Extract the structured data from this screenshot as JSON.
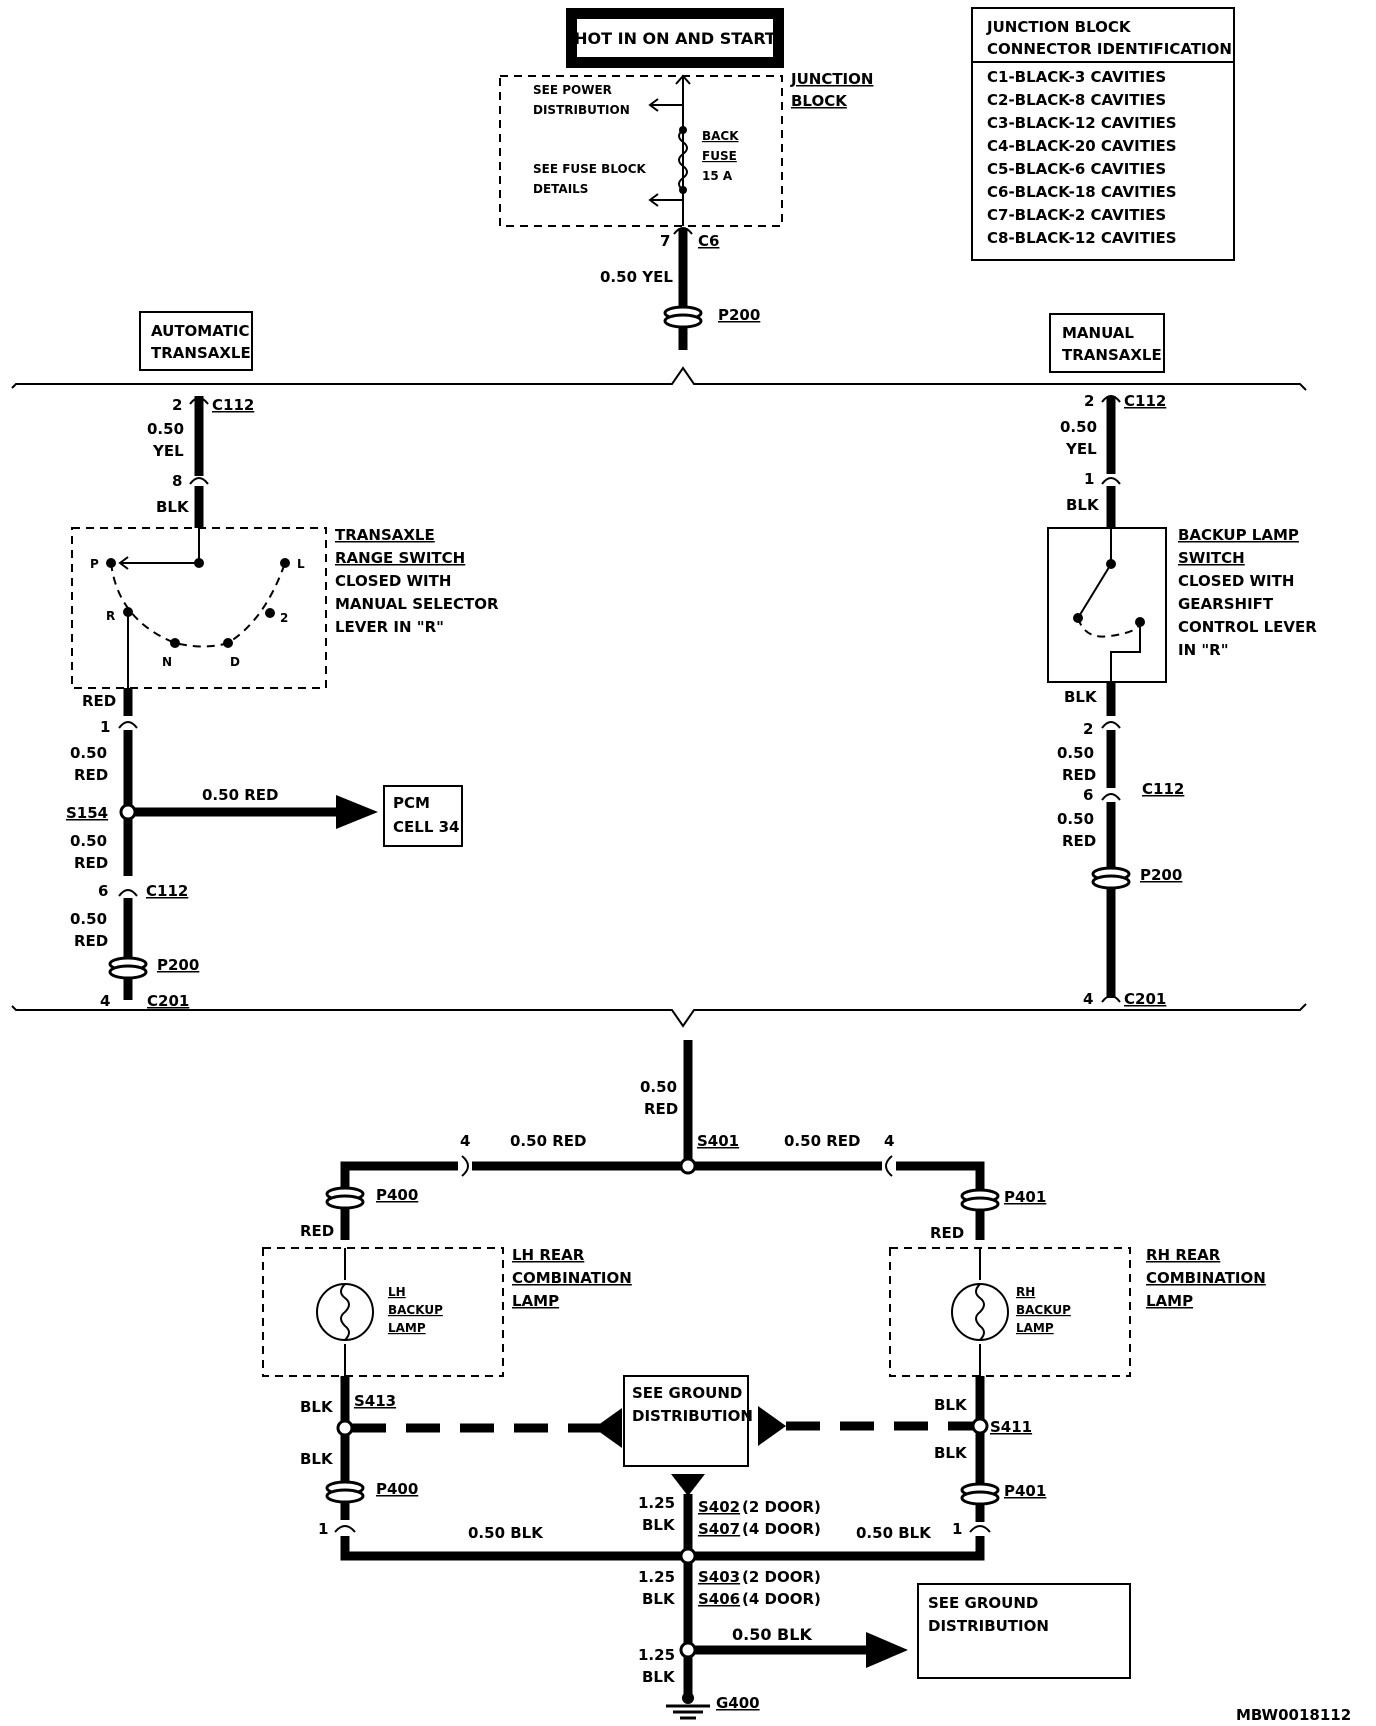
{
  "hot_label": "HOT IN ON AND START",
  "junction_block": {
    "title_1": "JUNCTION",
    "title_2": "BLOCK",
    "see_power_1": "SEE POWER",
    "see_power_2": "DISTRIBUTION",
    "see_fuse_1": "SEE FUSE BLOCK",
    "see_fuse_2": "DETAILS",
    "fuse_1": "BACK",
    "fuse_2": "FUSE",
    "fuse_3": "15 A",
    "pin": "7",
    "connector": "C6",
    "wire": "0.50 YEL",
    "passthrough": "P200"
  },
  "connector_id": {
    "title_1": "JUNCTION BLOCK",
    "title_2": "CONNECTOR IDENTIFICATION",
    "rows": [
      "C1-BLACK-3 CAVITIES",
      "C2-BLACK-8 CAVITIES",
      "C3-BLACK-12 CAVITIES",
      "C4-BLACK-20 CAVITIES",
      "C5-BLACK-6 CAVITIES",
      "C6-BLACK-18 CAVITIES",
      "C7-BLACK-2 CAVITIES",
      "C8-BLACK-12 CAVITIES"
    ]
  },
  "automatic": {
    "label_1": "AUTOMATIC",
    "label_2": "TRANSAXLE",
    "pin_top": "2",
    "c112_top": "C112",
    "wire_top_1": "0.50",
    "wire_top_2": "YEL",
    "pin_8": "8",
    "blk": "BLK",
    "switch_1": "TRANSAXLE",
    "switch_2": "RANGE SWITCH",
    "switch_3": "CLOSED WITH",
    "switch_4": "MANUAL SELECTOR",
    "switch_5": "LEVER IN \"R\"",
    "pos_p": "P",
    "pos_l": "L",
    "pos_r": "R",
    "pos_2": "2",
    "pos_n": "N",
    "pos_d": "D",
    "red": "RED",
    "pin_1": "1",
    "wire_a_1": "0.50",
    "wire_a_2": "RED",
    "splice": "S154",
    "branch_wire": "0.50 RED",
    "pcm_1": "PCM",
    "pcm_2": "CELL 34",
    "wire_b_1": "0.50",
    "wire_b_2": "RED",
    "pin_6": "6",
    "c112_mid": "C112",
    "wire_c_1": "0.50",
    "wire_c_2": "RED",
    "p200": "P200",
    "pin_4": "4",
    "c201": "C201"
  },
  "manual": {
    "label_1": "MANUAL",
    "label_2": "TRANSAXLE",
    "pin_top": "2",
    "c112_top": "C112",
    "wire_top_1": "0.50",
    "wire_top_2": "YEL",
    "pin_1": "1",
    "blk": "BLK",
    "switch_1": "BACKUP LAMP",
    "switch_2": "SWITCH",
    "switch_3": "CLOSED WITH",
    "switch_4": "GEARSHIFT",
    "switch_5": "CONTROL LEVER",
    "switch_6": "IN \"R\"",
    "blk_out": "BLK",
    "pin_2": "2",
    "wire_a_1": "0.50",
    "wire_a_2": "RED",
    "pin_6": "6",
    "c112_mid": "C112",
    "wire_b_1": "0.50",
    "wire_b_2": "RED",
    "p200": "P200",
    "pin_4": "4",
    "c201": "C201"
  },
  "rear": {
    "trunk_1": "0.50",
    "trunk_2": "RED",
    "s401": "S401",
    "left_wire": "0.50 RED",
    "right_wire": "0.50 RED",
    "pin_left": "4",
    "pin_right": "4",
    "p400": "P400",
    "p401": "P401",
    "red_l": "RED",
    "red_r": "RED",
    "lh_1": "LH REAR",
    "lh_2": "COMBINATION",
    "lh_3": "LAMP",
    "rh_1": "RH REAR",
    "rh_2": "COMBINATION",
    "rh_3": "LAMP",
    "lh_bulb_1": "LH",
    "lh_bulb_2": "BACKUP",
    "lh_bulb_3": "LAMP",
    "rh_bulb_1": "RH",
    "rh_bulb_2": "BACKUP",
    "rh_bulb_3": "LAMP",
    "blk_l1": "BLK",
    "blk_l2": "BLK",
    "blk_r1": "BLK",
    "blk_r2": "BLK",
    "s413": "S413",
    "s411": "S411",
    "see_ground_1": "SEE GROUND",
    "see_ground_2": "DISTRIBUTION",
    "p400_b": "P400",
    "p401_b": "P401",
    "pin_1_l": "1",
    "pin_1_r": "1",
    "bottom_left_wire": "0.50 BLK",
    "bottom_right_wire": "0.50 BLK",
    "w125_a_1": "1.25",
    "w125_a_2": "BLK",
    "s402": "S402",
    "s402_note": "(2 DOOR)",
    "s407": "S407",
    "s407_note": "(4 DOOR)",
    "w125_b_1": "1.25",
    "w125_b_2": "BLK",
    "s403": "S403",
    "s403_note": "(2 DOOR)",
    "s406": "S406",
    "s406_note": "(4 DOOR)",
    "ground_wire": "0.50 BLK",
    "see_ground_b_1": "SEE GROUND",
    "see_ground_b_2": "DISTRIBUTION",
    "w125_c_1": "1.25",
    "w125_c_2": "BLK",
    "g400": "G400"
  },
  "figure_id": "MBW0018112"
}
